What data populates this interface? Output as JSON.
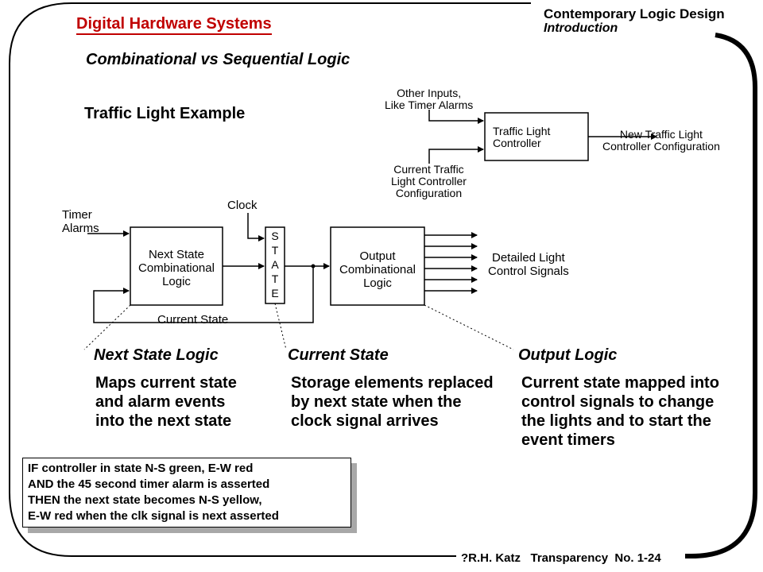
{
  "header": {
    "title": "Digital Hardware Systems",
    "course": "Contemporary Logic Design",
    "chapter": "Introduction",
    "subtitle": "Combinational vs Sequential Logic"
  },
  "example_title": "Traffic Light Example",
  "top_diagram": {
    "other_inputs": [
      "Other Inputs,",
      "Like Timer Alarms"
    ],
    "controller": [
      "Traffic Light",
      "Controller"
    ],
    "new_config": [
      "New Traffic Light",
      "Controller Configuration"
    ],
    "current_config": [
      "Current Traffic",
      "Light Controller",
      "Configuration"
    ]
  },
  "main_diagram": {
    "timer": [
      "Timer",
      "Alarms"
    ],
    "clock": "Clock",
    "next_state_block": [
      "Next State",
      "Combinational",
      "Logic"
    ],
    "state_letters": [
      "S",
      "T",
      "A",
      "T",
      "E"
    ],
    "output_block": [
      "Output",
      "Combinational",
      "Logic"
    ],
    "detailed": [
      "Detailed Light",
      "Control Signals"
    ],
    "current_state_label": "Current State"
  },
  "sections": [
    {
      "heading": "Next State Logic",
      "body": "Maps current state and alarm events into the next state"
    },
    {
      "heading": "Current State",
      "body": "Storage elements replaced by next state when the clock signal arrives"
    },
    {
      "heading": "Output Logic",
      "body": "Current state mapped into control signals to change the lights and to start the event timers"
    }
  ],
  "note": [
    "IF controller in state N-S green, E-W red",
    "AND the 45 second timer alarm is asserted",
    "THEN the next state becomes N-S yellow,",
    "E-W red when the clk signal is next asserted"
  ],
  "footer": "?R.H. Katz   Transparency  No. 1-24"
}
